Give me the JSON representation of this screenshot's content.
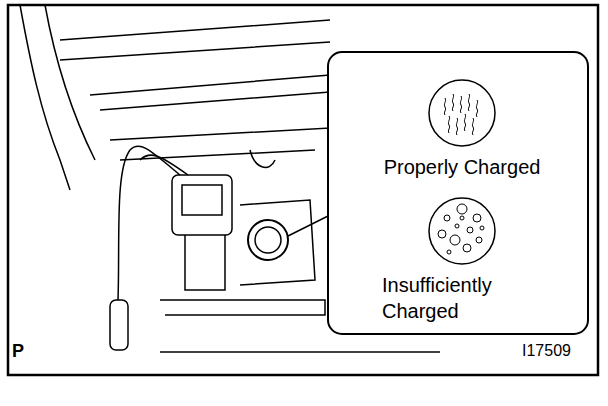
{
  "diagram": {
    "nodes": [
      {
        "text": [
          "Properly Charged"
        ]
      },
      {
        "text": [
          "Insufficiently Charged"
        ]
      }
    ],
    "labels": [
      "P",
      "I17509"
    ]
  }
}
